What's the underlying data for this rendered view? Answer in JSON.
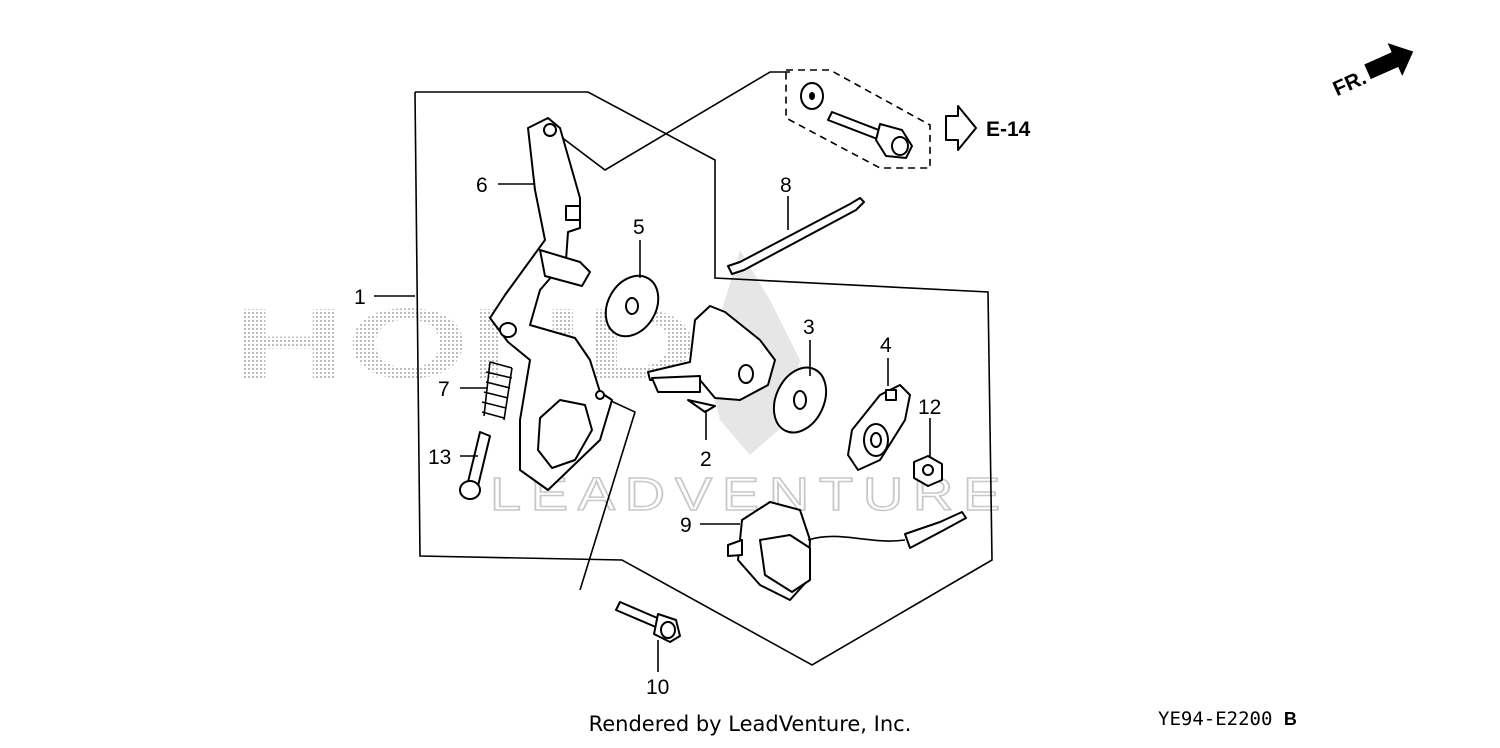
{
  "diagram": {
    "orientation_label": "FR.",
    "reference_label": "E-14",
    "watermark_brand": "HONDA",
    "watermark_text": "LEADVENTURE",
    "callouts": {
      "c1": "1",
      "c2": "2",
      "c3": "3",
      "c4": "4",
      "c5": "5",
      "c6": "6",
      "c7": "7",
      "c8": "8",
      "c9": "9",
      "c10": "10",
      "c12": "12",
      "c13": "13"
    }
  },
  "footer": {
    "rendered_by": "Rendered by LeadVenture, Inc.",
    "diagram_code": "YE94-E2200",
    "diagram_code_suffix": "B"
  },
  "colors": {
    "line": "#000000",
    "watermark": "#c8c8c8",
    "background": "#ffffff"
  }
}
